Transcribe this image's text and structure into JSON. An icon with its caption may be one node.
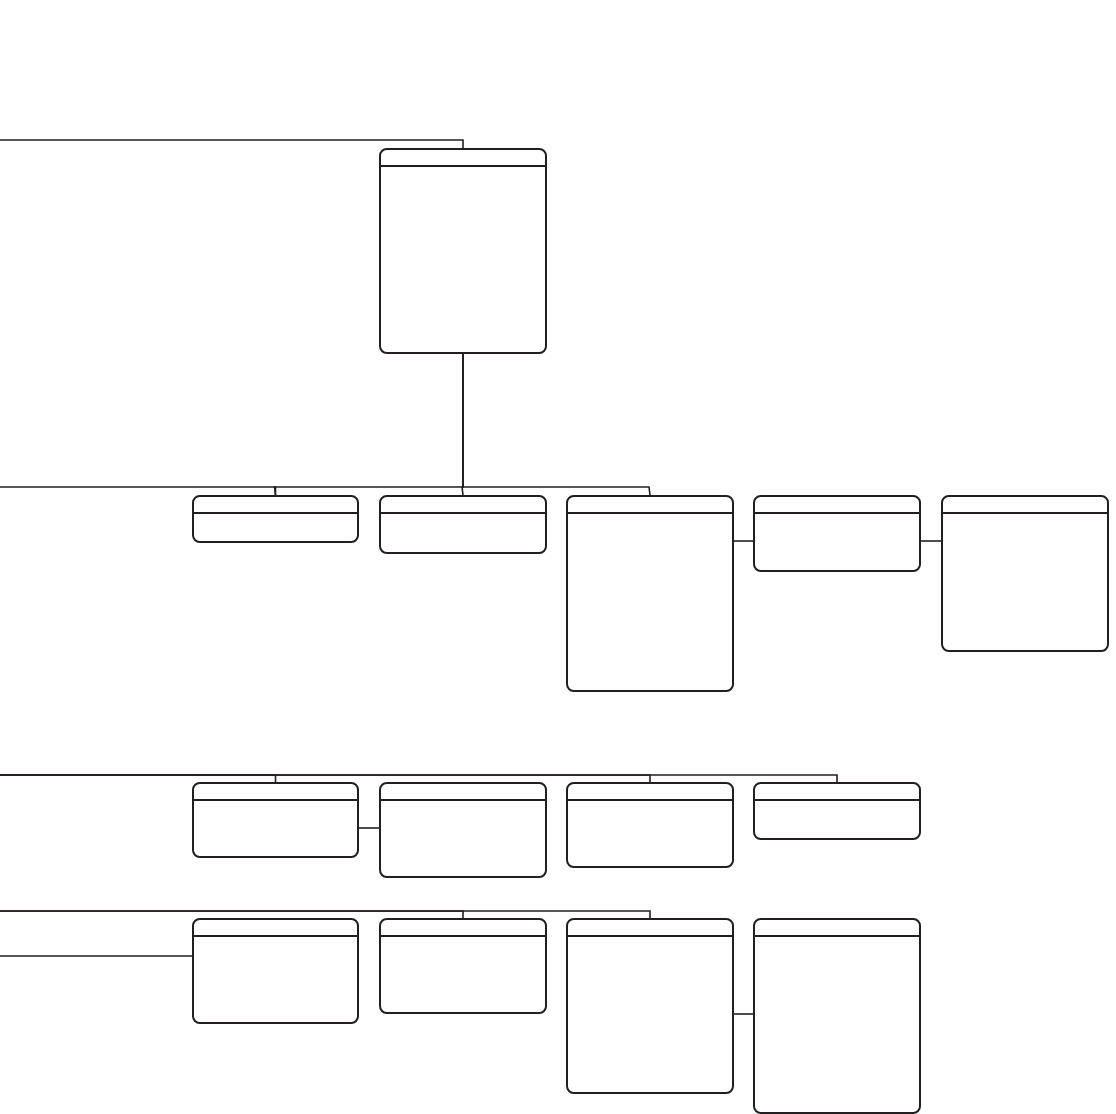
{
  "diagram": {
    "nodes": [
      {
        "text": [],
        "shape": "box"
      },
      {
        "text": [],
        "shape": "box"
      },
      {
        "text": [],
        "shape": "box"
      },
      {
        "text": [],
        "shape": "box"
      },
      {
        "text": [],
        "shape": "box"
      },
      {
        "text": [],
        "shape": "box"
      },
      {
        "text": [],
        "shape": "box"
      },
      {
        "text": [],
        "shape": "box"
      },
      {
        "text": [],
        "shape": "box"
      },
      {
        "text": [],
        "shape": "box"
      },
      {
        "text": [],
        "shape": "box"
      },
      {
        "text": [],
        "shape": "box"
      },
      {
        "text": [],
        "shape": "box"
      },
      {
        "text": [],
        "shape": "box"
      }
    ],
    "edges": [
      {
        "from": null,
        "to": 0,
        "arrow": "none"
      },
      {
        "from": 0,
        "to": 1,
        "arrow": "none"
      },
      {
        "from": 0,
        "to": 2,
        "arrow": "none"
      },
      {
        "from": 0,
        "to": 3,
        "arrow": "none"
      },
      {
        "from": null,
        "to": 1,
        "arrow": "none"
      },
      {
        "from": 3,
        "to": 4,
        "arrow": "none"
      },
      {
        "from": 4,
        "to": 5,
        "arrow": "none"
      },
      {
        "from": null,
        "to": 6,
        "arrow": "none"
      },
      {
        "from": null,
        "to": 8,
        "arrow": "none"
      },
      {
        "from": null,
        "to": 9,
        "arrow": "none"
      },
      {
        "from": 6,
        "to": 7,
        "arrow": "none"
      },
      {
        "from": null,
        "to": 10,
        "arrow": "none"
      },
      {
        "from": null,
        "to": 11,
        "arrow": "none"
      },
      {
        "from": null,
        "to": 12,
        "arrow": "none"
      },
      {
        "from": 12,
        "to": 13,
        "arrow": "none"
      }
    ]
  }
}
